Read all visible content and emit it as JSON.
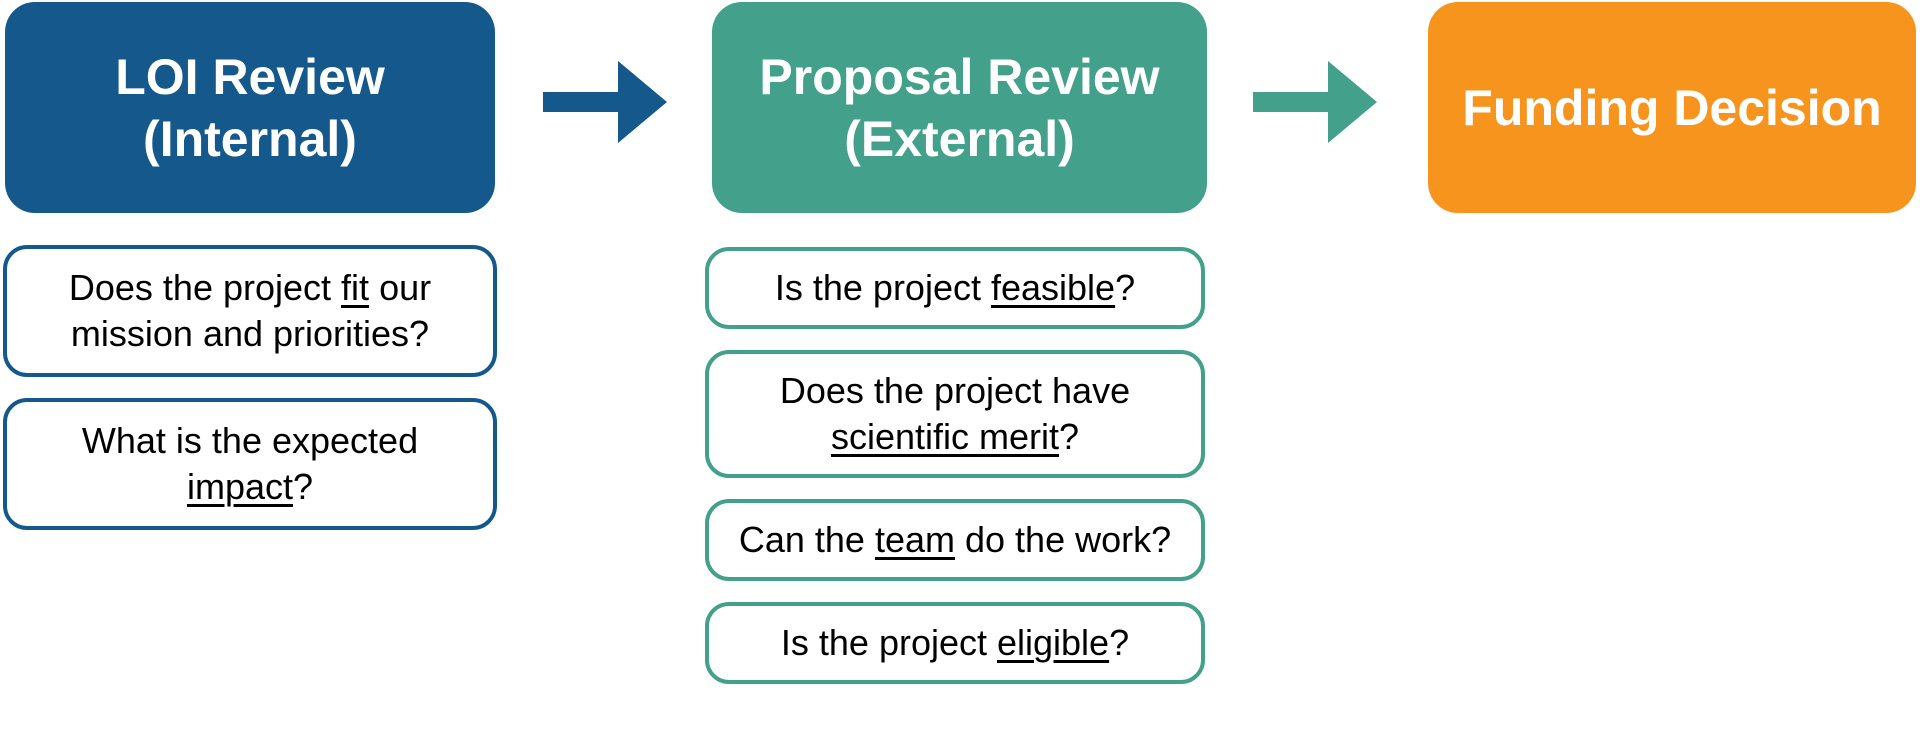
{
  "palette": {
    "blue": "#15598C",
    "teal": "#42A08B",
    "orange": "#F7941E",
    "question_text": "#000000",
    "stage_text": "#FFFFFF",
    "background": "#FFFFFF"
  },
  "stages": [
    {
      "id": "loi-review",
      "title": "LOI Review\n(Internal)",
      "color": "#15598C",
      "questions": [
        {
          "parts": [
            {
              "text": "Does the project "
            },
            {
              "text": "fit",
              "underline": true
            },
            {
              "text": " our mission and priorities?"
            }
          ]
        },
        {
          "parts": [
            {
              "text": "What is the expected "
            },
            {
              "text": "impact",
              "underline": true
            },
            {
              "text": "?"
            }
          ]
        }
      ]
    },
    {
      "id": "proposal-review",
      "title": "Proposal Review\n(External)",
      "color": "#42A08B",
      "questions": [
        {
          "parts": [
            {
              "text": "Is the project "
            },
            {
              "text": "feasible",
              "underline": true
            },
            {
              "text": "?"
            }
          ]
        },
        {
          "parts": [
            {
              "text": "Does the project have "
            },
            {
              "text": "scientific merit",
              "underline": true
            },
            {
              "text": "?"
            }
          ]
        },
        {
          "parts": [
            {
              "text": "Can the "
            },
            {
              "text": "team",
              "underline": true
            },
            {
              "text": " do the work?"
            }
          ]
        },
        {
          "parts": [
            {
              "text": "Is the project "
            },
            {
              "text": "eligible",
              "underline": true
            },
            {
              "text": "?"
            }
          ]
        }
      ]
    },
    {
      "id": "funding-decision",
      "title": "Funding Decision",
      "color": "#F7941E",
      "questions": []
    }
  ],
  "arrows": [
    {
      "id": "loi-to-proposal",
      "color": "#15598C"
    },
    {
      "id": "proposal-to-funding",
      "color": "#42A08B"
    }
  ]
}
